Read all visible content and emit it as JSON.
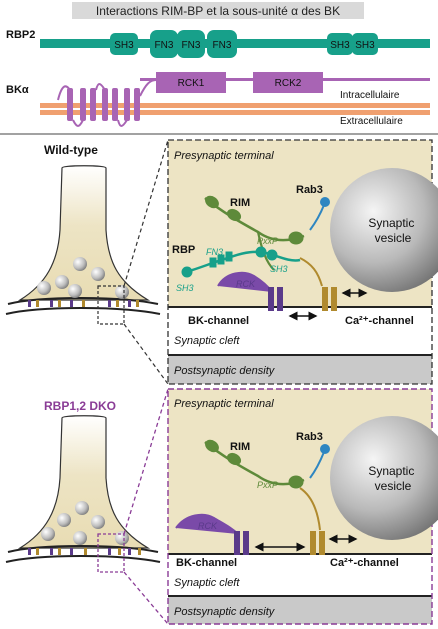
{
  "title": "Interactions RIM-BP et la sous-unité α des BK",
  "top": {
    "rbp2_label": "RBP2",
    "rbp2_domains": [
      "SH3",
      "FN3",
      "FN3",
      "FN3",
      "SH3",
      "SH3"
    ],
    "bk_label": "BKα",
    "bk_domains": [
      "RCK1",
      "RCK2"
    ],
    "intracellular": "Intracellulaire",
    "extracellular": "Extracellulaire"
  },
  "panels": [
    {
      "condition": "Wild-type",
      "condition_color": "#111111",
      "presynaptic": "Presynaptic terminal",
      "rim": "RIM",
      "rbp": "RBP",
      "pxxp": "PxxP",
      "fn3": "FN3",
      "sh3_a": "SH3",
      "sh3_b": "SH3",
      "rab3": "Rab3",
      "vesicle": "Synaptic vesicle",
      "rck": "RCK",
      "bk_channel": "BK-channel",
      "ca_channel": "Ca²⁺-channel",
      "cleft": "Synaptic cleft",
      "postsynaptic": "Postsynaptic density"
    },
    {
      "condition": "RBP1,2 DKO",
      "condition_color": "#8a3c96",
      "presynaptic": "Presynaptic terminal",
      "rim": "RIM",
      "pxxp": "PxxP",
      "rab3": "Rab3",
      "vesicle": "Synaptic vesicle",
      "rck": "RCK",
      "bk_channel": "BK-channel",
      "ca_channel": "Ca²⁺-channel",
      "cleft": "Synaptic cleft",
      "postsynaptic": "Postsynaptic density"
    }
  ],
  "colors": {
    "rbp_teal": "#17a08a",
    "bk_purple": "#a864b4",
    "rim_green": "#5e8a3a",
    "ca_gold": "#b08a2e",
    "cell_fill": "#ede4c4",
    "dko_accent": "#8a3c96",
    "rab3_blue": "#2e86c1"
  }
}
